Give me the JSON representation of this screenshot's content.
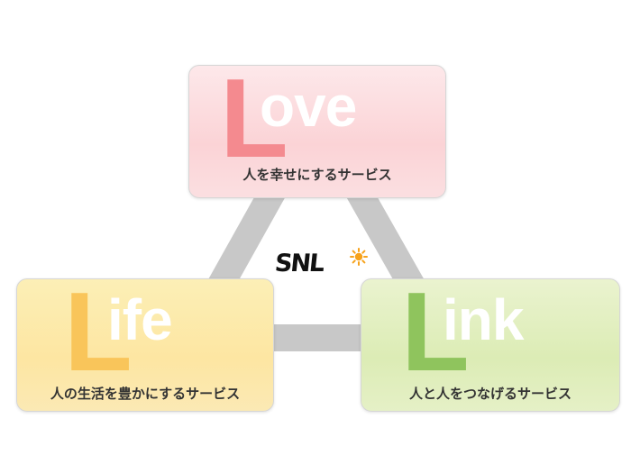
{
  "cards": {
    "love": {
      "letter": "L",
      "rest": "ove",
      "caption": "人を幸せにするサービス",
      "letter_color": "#f48a8f"
    },
    "life": {
      "letter": "L",
      "rest": "ife",
      "caption": "人の生活を豊かにするサービス",
      "letter_color": "#f9c55a"
    },
    "link": {
      "letter": "L",
      "rest": "ink",
      "caption": "人と人をつなげるサービス",
      "letter_color": "#8fc45d"
    }
  },
  "logo": {
    "text": "SNL",
    "sun_color": "#f7a21b"
  },
  "colors": {
    "triangle": "#c8c8c8"
  }
}
